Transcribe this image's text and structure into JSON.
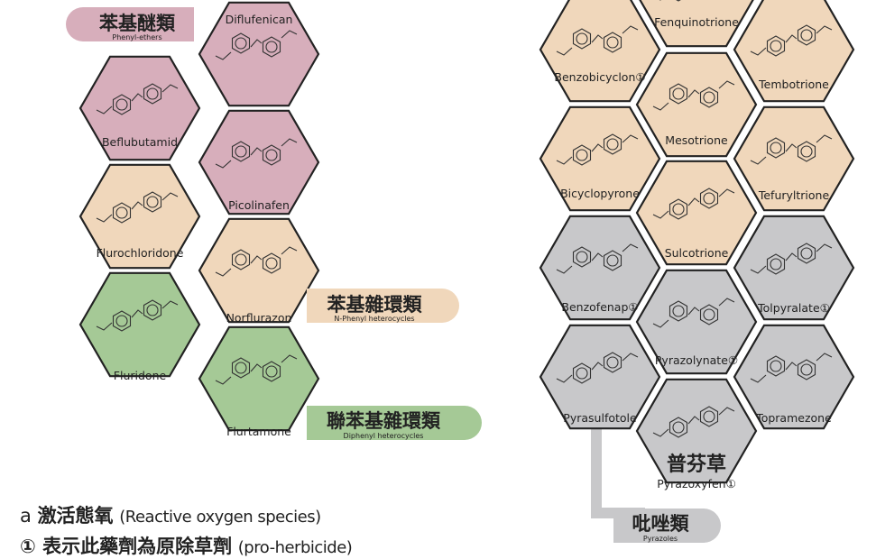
{
  "colors": {
    "phenyl_ethers": "#d7aebb",
    "n_phenyl": "#f0d7bb",
    "diphenyl": "#a5c996",
    "pyrazoles": "#c8c8ca",
    "triketone": "#f0d7bb",
    "stroke": "#222222"
  },
  "groups": {
    "phenyl_ethers": {
      "zh": "苯基醚類",
      "en": "Phenyl-ethers"
    },
    "n_phenyl": {
      "zh": "苯基雜環類",
      "en": "N-Phenyl heterocycles"
    },
    "diphenyl": {
      "zh": "聯苯基雜環類",
      "en": "Diphenyl heterocycles"
    },
    "pyrazoles": {
      "zh": "吡唑類",
      "en": "Pyrazoles"
    },
    "triketone_center": {
      "zh": "普芬草"
    }
  },
  "compounds": [
    {
      "name": "Diflufenican",
      "group": "phenyl_ethers"
    },
    {
      "name": "Beflubutamid",
      "group": "phenyl_ethers"
    },
    {
      "name": "Picolinafen",
      "group": "phenyl_ethers"
    },
    {
      "name": "Flurochloridone",
      "group": "n_phenyl"
    },
    {
      "name": "Norflurazon",
      "group": "n_phenyl"
    },
    {
      "name": "Fluridone",
      "group": "diphenyl"
    },
    {
      "name": "Flurtamone",
      "group": "diphenyl"
    },
    {
      "name": "Fenquinotrione",
      "group": "triketone"
    },
    {
      "name": "Benzobicyclon①",
      "group": "triketone"
    },
    {
      "name": "Tembotrione",
      "group": "triketone"
    },
    {
      "name": "Mesotrione",
      "group": "triketone"
    },
    {
      "name": "Bicyclopyrone",
      "group": "triketone"
    },
    {
      "name": "Tefuryltrione",
      "group": "triketone"
    },
    {
      "name": "Sulcotrione",
      "group": "triketone"
    },
    {
      "name": "Benzofenap①",
      "group": "pyrazoles"
    },
    {
      "name": "Tolpyralate①",
      "group": "pyrazoles"
    },
    {
      "name": "Pyrazolynate①",
      "group": "pyrazoles"
    },
    {
      "name": "Pyrasulfotole",
      "group": "pyrazoles"
    },
    {
      "name": "Topramezone",
      "group": "pyrazoles"
    },
    {
      "name": "Pyrazoxyfen①",
      "group": "pyrazoles"
    }
  ],
  "legend": {
    "line1_prefix": "a",
    "line1_zh": "激活態氧",
    "line1_en": "(Reactive oxygen species)",
    "line2_zh": "① 表示此藥劑為原除草劑",
    "line2_en": "(pro-herbicide)"
  }
}
